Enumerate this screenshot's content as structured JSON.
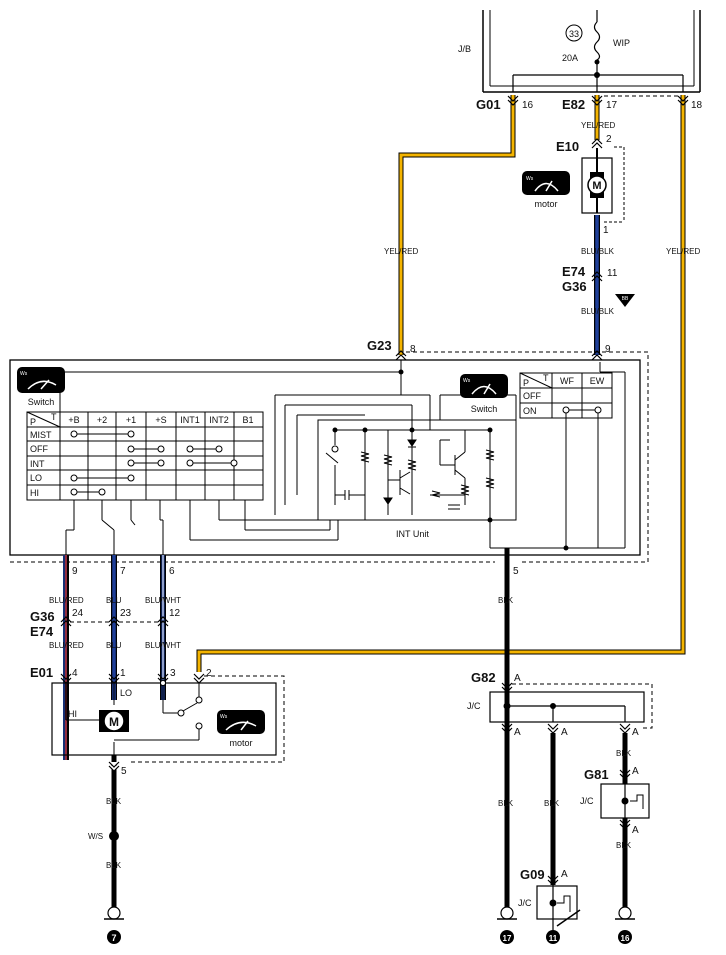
{
  "fuse": {
    "number": "33",
    "name": "WIP",
    "rating": "20A",
    "box": "J/B"
  },
  "connectors": {
    "g01": "G01",
    "e82": "E82",
    "e10": "E10",
    "e74": "E74",
    "g36": "G36",
    "g23": "G23",
    "e01": "E01",
    "g82": "G82",
    "g81": "G81",
    "g09": "G09"
  },
  "pins": {
    "p16": "16",
    "p17": "17",
    "p18": "18",
    "p2": "2",
    "p1": "1",
    "p11": "11",
    "p8": "8",
    "p9": "9",
    "p5": "5",
    "sw9": "9",
    "sw7": "7",
    "sw6": "6",
    "e24": "24",
    "e23": "23",
    "e12": "12",
    "m4": "4",
    "m1": "1",
    "m3": "3",
    "m2": "2",
    "m5": "5",
    "a": "A"
  },
  "wires": {
    "yelred": "YEL/RED",
    "blublk": "BLU/BLK",
    "blured": "BLU/RED",
    "blu": "BLU",
    "bluwht": "BLU/WHT",
    "blk": "BLK"
  },
  "labels": {
    "motor": "motor",
    "switch": "Switch",
    "int_unit": "INT Unit",
    "jc": "J/C",
    "ws": "W/S",
    "lo": "LO",
    "hi": "HI",
    "m": "M",
    "bb": "BB",
    "wf_icon": "Ws"
  },
  "switch_table": {
    "corner_p": "P",
    "corner_t": "T",
    "headers": [
      "+B",
      "+2",
      "+1",
      "+S",
      "INT1",
      "INT2",
      "B1"
    ],
    "rows": [
      "MIST",
      "OFF",
      "INT",
      "LO",
      "HI"
    ]
  },
  "washer_table": {
    "corner_p": "P",
    "corner_t": "T",
    "headers": [
      "WF",
      "EW"
    ],
    "rows": [
      "OFF",
      "ON"
    ]
  },
  "grounds": [
    "7",
    "17",
    "11",
    "16"
  ],
  "colors": {
    "yellow": "#f4b400",
    "blue": "#1f3f99",
    "black": "#000000"
  }
}
